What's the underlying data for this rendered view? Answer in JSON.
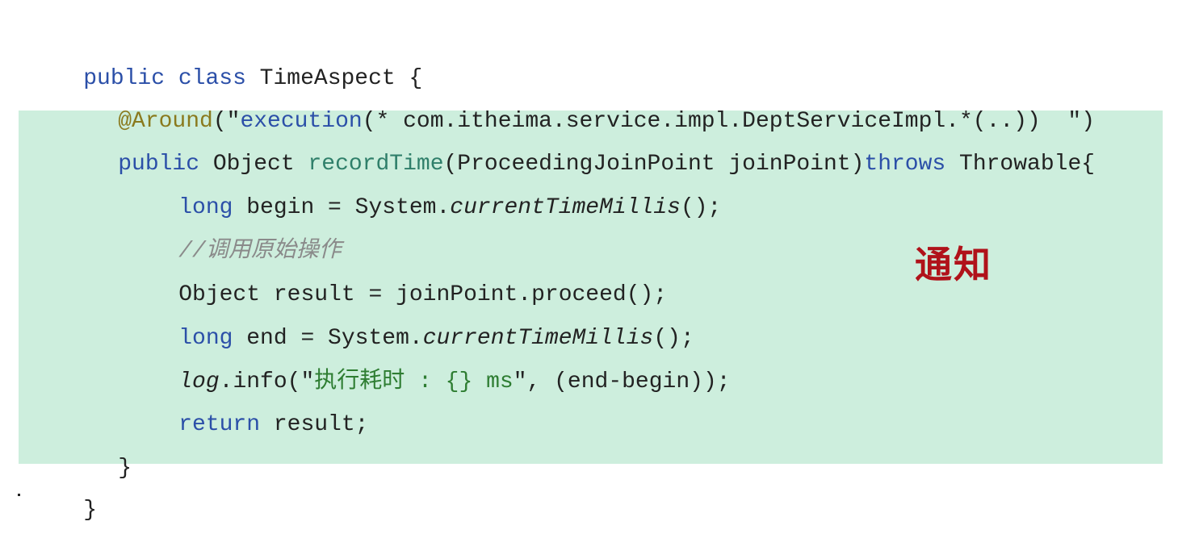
{
  "code": {
    "lines": [
      {
        "tokens": [
          {
            "text": "public",
            "role": "kw"
          },
          {
            "text": " ",
            "role": "plain"
          },
          {
            "text": "class",
            "role": "kw"
          },
          {
            "text": " TimeAspect {",
            "role": "plain"
          }
        ]
      },
      {
        "tokens": [
          {
            "text": "@Around",
            "role": "ann"
          },
          {
            "text": "(\"",
            "role": "plain"
          },
          {
            "text": "execution",
            "role": "kw"
          },
          {
            "text": "(* com.itheima.service.impl.DeptServiceImpl.*(..))  \")",
            "role": "plain"
          }
        ]
      },
      {
        "tokens": [
          {
            "text": "public",
            "role": "kw"
          },
          {
            "text": " Object ",
            "role": "plain"
          },
          {
            "text": "recordTime",
            "role": "fn"
          },
          {
            "text": "(ProceedingJoinPoint joinPoint)",
            "role": "plain"
          },
          {
            "text": "throws",
            "role": "kw"
          },
          {
            "text": " Throwable{",
            "role": "plain"
          }
        ]
      },
      {
        "tokens": [
          {
            "text": "long",
            "role": "kw"
          },
          {
            "text": " begin = System.",
            "role": "plain"
          },
          {
            "text": "currentTimeMillis",
            "role": "it"
          },
          {
            "text": "();",
            "role": "plain"
          }
        ]
      },
      {
        "tokens": [
          {
            "text": "//调用原始操作",
            "role": "cmt"
          }
        ]
      },
      {
        "tokens": [
          {
            "text": "Object result = joinPoint.proceed();",
            "role": "plain"
          }
        ]
      },
      {
        "tokens": [
          {
            "text": "long",
            "role": "kw"
          },
          {
            "text": " end = System.",
            "role": "plain"
          },
          {
            "text": "currentTimeMillis",
            "role": "it"
          },
          {
            "text": "();",
            "role": "plain"
          }
        ]
      },
      {
        "tokens": [
          {
            "text": "log",
            "role": "it"
          },
          {
            "text": ".info(\"",
            "role": "plain"
          },
          {
            "text": "执行耗时 : {} ms",
            "role": "str"
          },
          {
            "text": "\", (end-begin));",
            "role": "plain"
          }
        ]
      },
      {
        "tokens": [
          {
            "text": "return",
            "role": "kw"
          },
          {
            "text": " result;",
            "role": "plain"
          }
        ]
      },
      {
        "tokens": [
          {
            "text": "}",
            "role": "plain"
          }
        ]
      },
      {
        "tokens": [
          {
            "text": "}",
            "role": "plain"
          }
        ]
      }
    ]
  },
  "callout": {
    "label": "通知",
    "color": "#b0121a"
  },
  "colors": {
    "keyword": "#2b4fa8",
    "annotation": "#8a7a1e",
    "method_name": "#2f7f6a",
    "string": "#2e7d32",
    "comment": "#8a8a8a",
    "highlight_background": "#cdeedd"
  }
}
